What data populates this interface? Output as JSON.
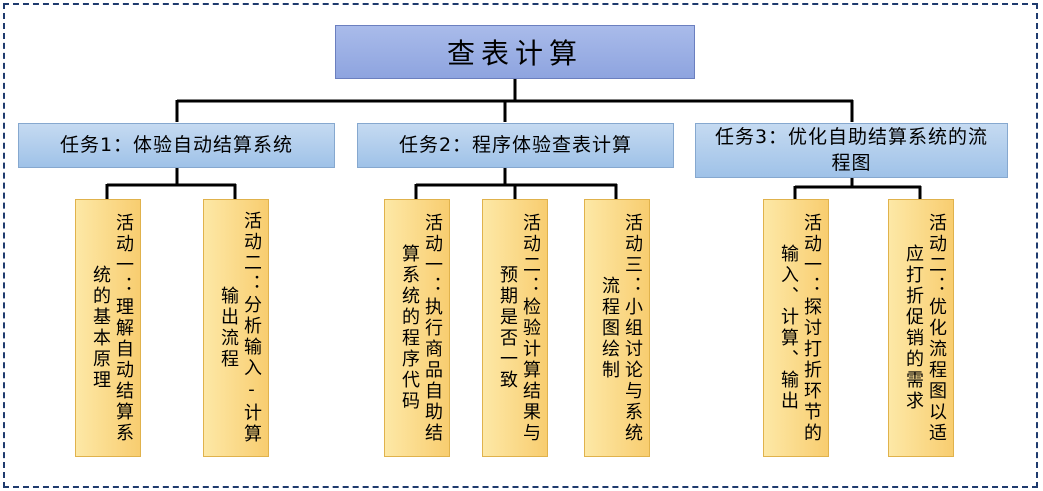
{
  "root": "查表计算",
  "tasks": [
    {
      "label": "任务1：体验自动结算系统",
      "activities": [
        {
          "text": "活动一：理解自动结算系统的基本原理"
        },
        {
          "text": "活动二：分析输入-计算输出流程"
        }
      ]
    },
    {
      "label": "任务2：程序体验查表计算",
      "activities": [
        {
          "text": "活动一：执行商品自助结算系统的程序代码"
        },
        {
          "text": "活动二：检验计算结果与预期是否一致"
        },
        {
          "text": "活动三：小组讨论与系统流程图绘制"
        }
      ]
    },
    {
      "label": "任务3：优化自助结算系统的流程图",
      "activities": [
        {
          "text": "活动一：探讨打折环节的输入、计算、输出"
        },
        {
          "text": "活动二：优化流程图以适应打折促销的需求"
        }
      ]
    }
  ]
}
